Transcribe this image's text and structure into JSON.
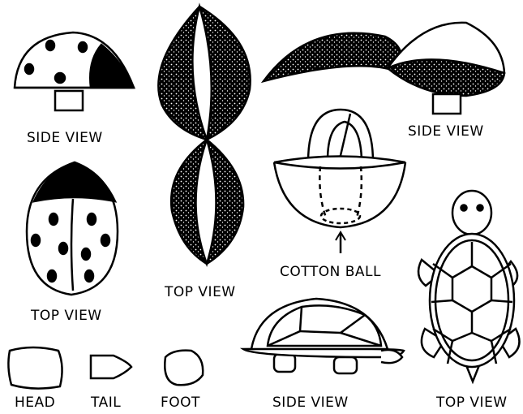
{
  "labels": {
    "ladybug_side": "SIDE VIEW",
    "ladybug_top": "TOP VIEW",
    "seed_top": "TOP VIEW",
    "seed_side": "SIDE VIEW",
    "cotton_ball": "COTTON BALL",
    "turtle_side": "SIDE VIEW",
    "turtle_top": "TOP VIEW",
    "head": "HEAD",
    "tail": "TAIL",
    "foot": "FOOT"
  },
  "colors": {
    "ink": "#000000",
    "paper": "#ffffff"
  }
}
